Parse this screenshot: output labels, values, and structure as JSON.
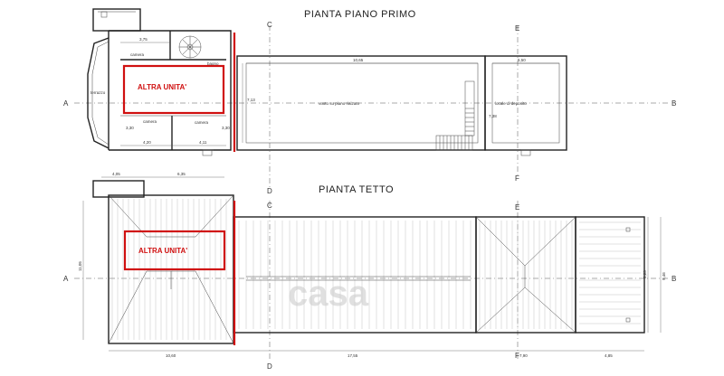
{
  "titles": {
    "first_floor": "PIANTA PIANO PRIMO",
    "roof": "PIANTA TETTO"
  },
  "units": {
    "upper": "ALTRA UNITA'",
    "lower": "ALTRA UNITA'"
  },
  "axes": {
    "a": "A",
    "b": "B",
    "c": "C",
    "d": "D",
    "e": "E",
    "f": "F"
  },
  "rooms": {
    "camera_top": "camera",
    "bagno": "bagno",
    "terrazzo": "terrazzo",
    "camera_left": "camera",
    "camera_right": "camera",
    "vuoto": "vuoto su piano rialzato",
    "deposito": "locale di deposito"
  },
  "dims": {
    "d_375": "3,75",
    "d_1065": "10,65",
    "d_550": "5,50",
    "d_420": "4,20",
    "d_411": "4,11",
    "d_713": "7,13",
    "d_738": "7,38",
    "d_330a": "3,30",
    "d_330b": "3,30",
    "d_405": "4,05",
    "d_635": "6,35",
    "d_1105": "11,05",
    "d_1060": "10,60",
    "d_1755": "17,55",
    "d_790": "7,90",
    "d_485": "4,85",
    "d_946": "9,46",
    "d_823": "8,23"
  },
  "watermark": "casa",
  "colors": {
    "accent": "#d01010",
    "line": "#222222",
    "hatch": "#aaaaaa"
  }
}
